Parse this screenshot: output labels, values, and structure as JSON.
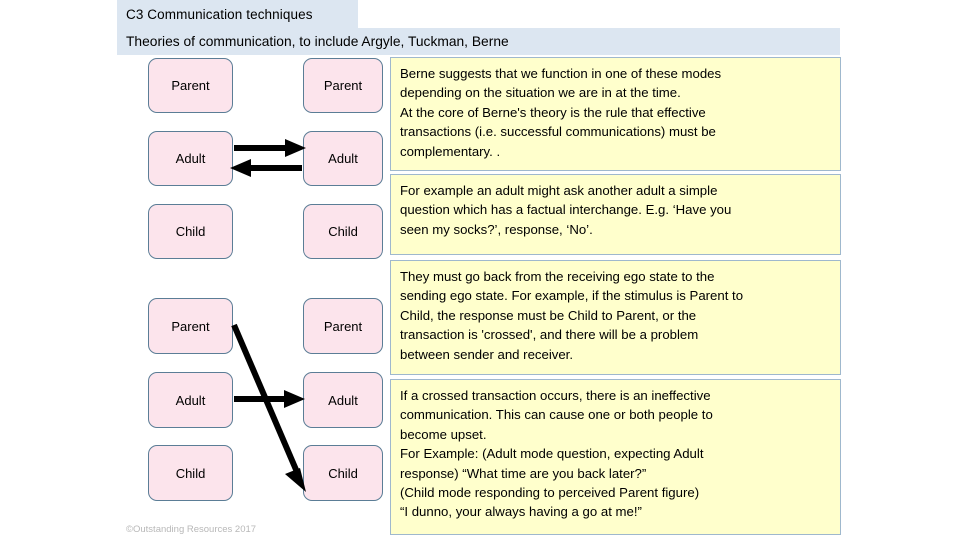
{
  "header": {
    "code_title": "C3 Communication techniques",
    "subtitle": "Theories of communication, to include Argyle, Tuckman, Berne"
  },
  "diagram_complementary": {
    "caption": "complementary-transaction-diagram",
    "left_column": [
      {
        "label": "Parent"
      },
      {
        "label": "Adult"
      },
      {
        "label": "Child"
      }
    ],
    "right_column": [
      {
        "label": "Parent"
      },
      {
        "label": "Adult"
      },
      {
        "label": "Child"
      }
    ],
    "arrows": [
      {
        "name": "adult-to-adult-right-arrow",
        "direction": "right",
        "from": "left-adult",
        "to": "right-adult"
      },
      {
        "name": "adult-to-adult-left-arrow",
        "direction": "left",
        "from": "right-adult",
        "to": "left-adult"
      }
    ]
  },
  "diagram_crossed": {
    "caption": "crossed-transaction-diagram",
    "left_column": [
      {
        "label": "Parent"
      },
      {
        "label": "Adult"
      },
      {
        "label": "Child"
      }
    ],
    "right_column": [
      {
        "label": "Parent"
      },
      {
        "label": "Adult"
      },
      {
        "label": "Child"
      }
    ],
    "arrows": [
      {
        "name": "adult-to-adult-right-arrow",
        "direction": "right",
        "from": "left-adult",
        "to": "right-adult"
      },
      {
        "name": "parent-to-child-diagonal-arrow",
        "direction": "diagonal-down-right",
        "from": "left-parent",
        "to": "right-child"
      }
    ]
  },
  "notes": [
    {
      "name": "note-berne-modes",
      "lines": [
        "Berne suggests that we function in one of these modes",
        "depending on the situation we are in at the time.",
        "At the core of Berne's theory is the rule that effective",
        "transactions (i.e. successful communications) must be",
        "complementary. ."
      ]
    },
    {
      "name": "note-example-adult",
      "lines": [
        "For example an adult might ask another adult a simple",
        "question which has a factual interchange.  E.g. ‘Have you",
        "seen my socks?’, response, ‘No’."
      ]
    },
    {
      "name": "note-ego-state-return",
      "lines": [
        "They must go back from the receiving ego state to the",
        "sending ego state. For example, if the stimulus is Parent to",
        "Child, the response must be Child to Parent, or the",
        "transaction is 'crossed', and there will be a problem",
        "between sender and receiver."
      ]
    },
    {
      "name": "note-crossed-transaction",
      "lines": [
        "If a crossed transaction occurs, there is an ineffective",
        "communication.  This can cause one or both people to",
        "become upset.",
        "For Example: (Adult mode question, expecting Adult",
        "response) “What time are you back later?”",
        "(Child mode responding to perceived Parent figure)",
        "“I dunno, your always having a go at me!”"
      ]
    }
  ],
  "footer": {
    "copyright": "©Outstanding Resources 2017"
  },
  "colors": {
    "header_band": "#dce6f1",
    "ego_box_fill": "#fce4ec",
    "ego_box_border": "#5b7d96",
    "note_fill": "#ffffcc",
    "note_border": "#9fb8cd",
    "arrow": "#000000",
    "footer_text": "#b8b8b8"
  }
}
